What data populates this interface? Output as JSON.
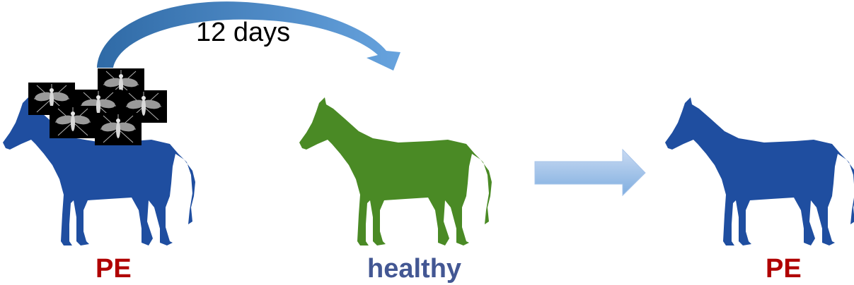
{
  "labels": {
    "source_horse": "PE",
    "recipient_horse": "healthy",
    "outcome_horse": "PE",
    "transfer_interval": "12 days"
  },
  "colors": {
    "pe_horse": "#1f4ea0",
    "healthy_horse": "#4a8a25",
    "pe_label": "#b00000",
    "healthy_label": "#435793",
    "curved_arrow_light": "#67a3de",
    "curved_arrow_dark": "#2f6aa6",
    "block_arrow_light": "#c9daf2",
    "block_arrow_dark": "#7faee0"
  },
  "icons": {
    "insects": "mosquito-icon",
    "source": "horse-silhouette-icon",
    "recipient": "horse-silhouette-icon",
    "outcome": "horse-silhouette-icon"
  }
}
